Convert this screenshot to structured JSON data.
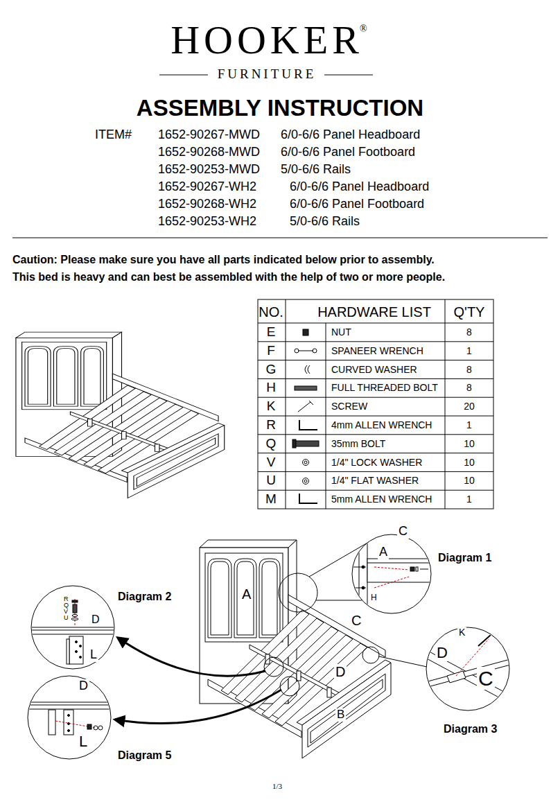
{
  "diagram": {
    "title": "ASSEMBLY INSTRUCTION",
    "labels": [
      "HOOKER",
      "®",
      "FURNITURE",
      "ITEM#",
      "1652-90267-MWD",
      "6/0-6/6 Panel Headboard",
      "1652-90268-MWD",
      "6/0-6/6 Panel Footboard",
      "1652-90253-MWD",
      "5/0-6/6 Rails",
      "1652-90267-WH2",
      "6/0-6/6 Panel Headboard",
      "1652-90268-WH2",
      "6/0-6/6 Panel Footboard",
      "1652-90253-WH2",
      "5/0-6/6 Rails",
      "Caution: Please make sure you have all parts indicated below prior to assembly.",
      "This bed is heavy and can best be assembled with the help of two or more people.",
      "NO.",
      "HARDWARE LIST",
      "Q'TY",
      "E",
      "NUT",
      "8",
      "F",
      "SPANEER WRENCH",
      "1",
      "G",
      "CURVED WASHER",
      "8",
      "H",
      "FULL THREADED BOLT",
      "8",
      "K",
      "SCREW",
      "20",
      "R",
      "4mm ALLEN WRENCH",
      "1",
      "Q",
      "35mm BOLT",
      "10",
      "V",
      "1/4\" LOCK WASHER",
      "10",
      "U",
      "1/4\" FLAT WASHER",
      "10",
      "M",
      "5mm ALLEN WRENCH",
      "1",
      "Diagram 1",
      "Diagram 2",
      "Diagram 3",
      "Diagram 5",
      "A",
      "C",
      "D",
      "B",
      "C",
      "A",
      "H",
      "R",
      "Q",
      "V",
      "U",
      "D",
      "L",
      "K",
      "D",
      "C",
      "D",
      "L",
      "1/3"
    ]
  }
}
